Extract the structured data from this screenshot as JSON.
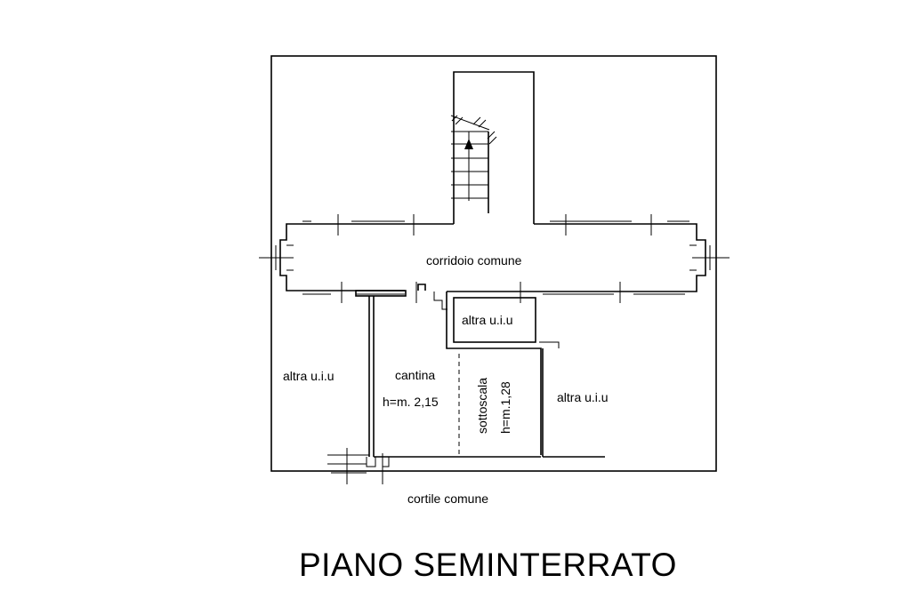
{
  "labels": {
    "corridor": "corridoio comune",
    "other_unit_center": "altra u.i.u",
    "other_unit_left": "altra u.i.u",
    "other_unit_right": "altra u.i.u",
    "cellar": "cantina",
    "cellar_height": "h=m. 2,15",
    "understairs": "sottoscala",
    "understairs_height": "h=m.1,28",
    "courtyard": "cortile comune"
  },
  "title": "PIANO SEMINTERRATO"
}
